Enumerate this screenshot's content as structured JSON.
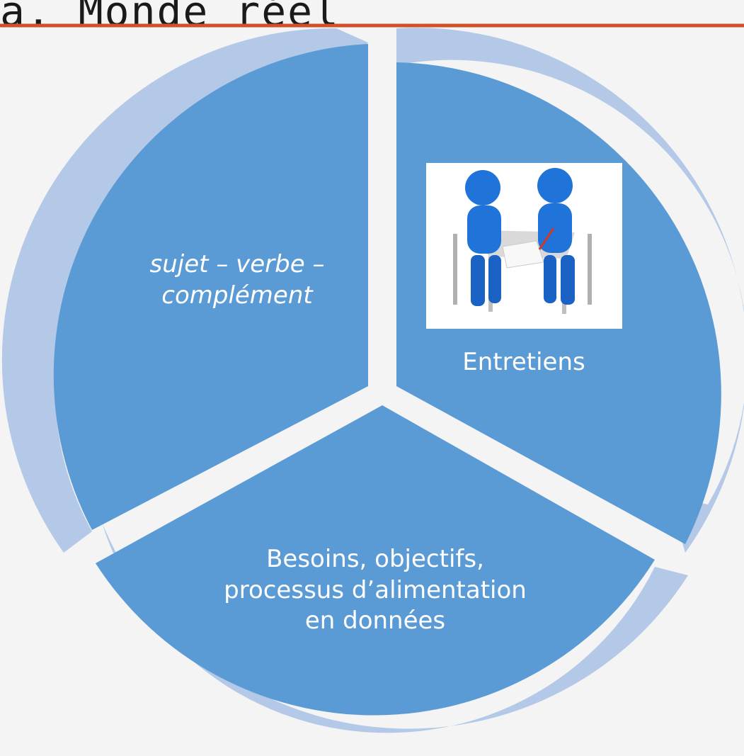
{
  "heading": {
    "fragment": "a. Monde réel"
  },
  "diagram": {
    "type": "cycle",
    "segments": [
      {
        "text": "sujet – verbe – complément"
      },
      {
        "text": "Entretiens",
        "image": "meeting-illustration"
      },
      {
        "text": "Besoins, objectifs, processus d’alimentation en données"
      }
    ],
    "colors": {
      "segment_fill": "#5b9bd5",
      "arrow_fill": "#b4c9e7",
      "rule": "#d0502a",
      "background": "#f4f4f4"
    }
  }
}
